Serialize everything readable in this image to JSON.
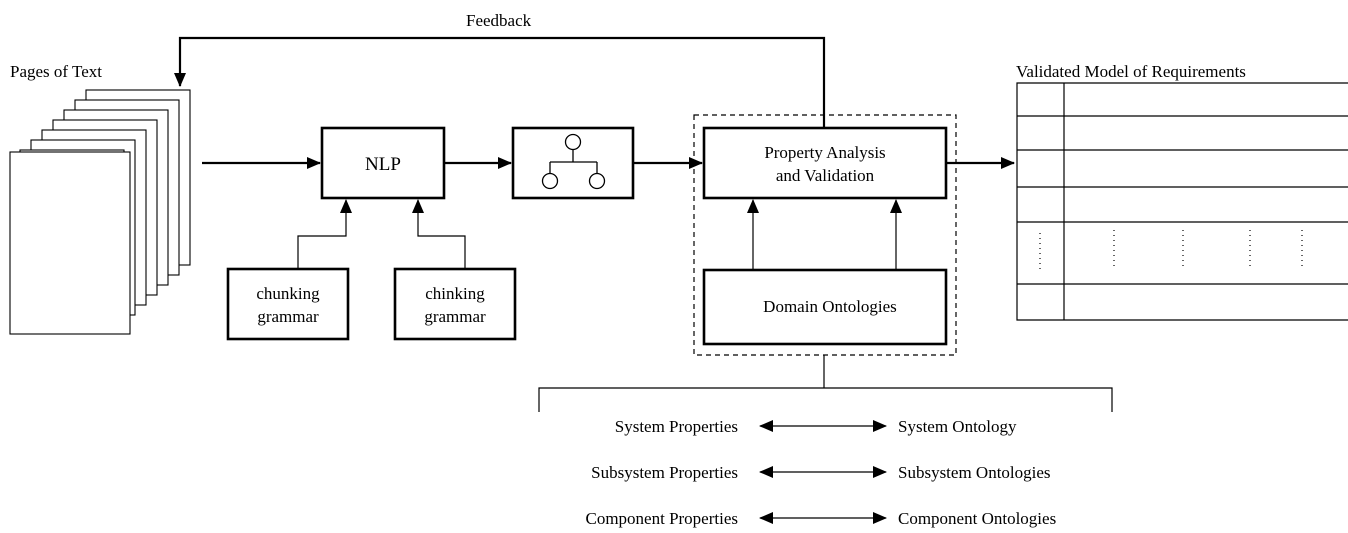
{
  "labels": {
    "feedback": "Feedback",
    "pages_of_text": "Pages of Text",
    "nlp": "NLP",
    "chunking_grammar": [
      "chunking",
      "grammar"
    ],
    "chinking_grammar": [
      "chinking",
      "grammar"
    ],
    "property_analysis": [
      "Property Analysis",
      "and Validation"
    ],
    "domain_ontologies": "Domain Ontologies",
    "validated_model": "Validated Model of Requirements"
  },
  "mappings": [
    {
      "left": "System Properties",
      "right": "System Ontology"
    },
    {
      "left": "Subsystem Properties",
      "right": "Subsystem Ontologies"
    },
    {
      "left": "Component Properties",
      "right": "Component Ontologies"
    }
  ],
  "icons": {
    "tree": "tree-icon"
  }
}
